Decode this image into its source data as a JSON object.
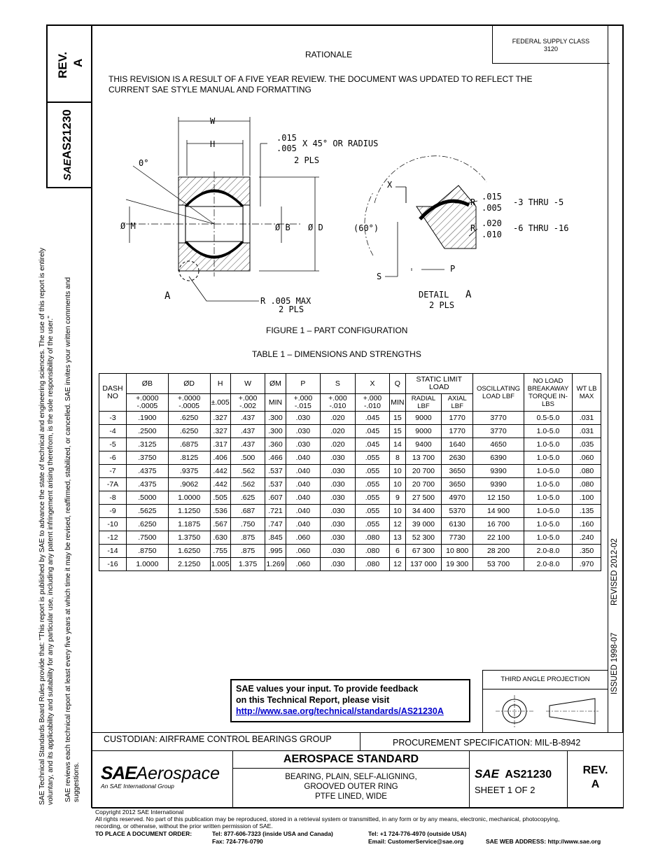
{
  "header": {
    "rev_label": "REV.",
    "rev_value": "A",
    "doc_number": "AS21230",
    "sae_mark": "SAE",
    "federal_supply_class_label": "FEDERAL SUPPLY CLASS",
    "federal_supply_class_value": "3120",
    "rationale_title": "RATIONALE",
    "rationale_text_1": "THIS REVISION IS A RESULT OF A FIVE YEAR REVIEW. THE DOCUMENT WAS UPDATED TO REFLECT THE",
    "rationale_text_2": "CURRENT SAE STYLE MANUAL AND FORMATTING"
  },
  "left_margin": {
    "line1": "SAE Technical Standards Board Rules provide that: \"This report is published by SAE to advance the state of technical and engineering sciences. The use of this report is entirely",
    "line2": "voluntary, and its applicability and suitability for any particular use, including any patent infringement arising therefrom, is the sole responsibility of the user.\"",
    "line3": "SAE reviews each technical report at least every five years at which time it may be revised, reaffirmed, stabilized, or cancelled. SAE invites your written comments and",
    "line4": "suggestions."
  },
  "right_margin": {
    "issued": "ISSUED 1998-07",
    "revised": "REVISED 2012-02"
  },
  "figure": {
    "caption": "FIGURE 1 – PART CONFIGURATION",
    "labels": {
      "w": "W",
      "h": "H",
      "zero_deg": "0°",
      "chamfer_1": ".015",
      "chamfer_2": ".005",
      "chamfer_x": "X 45°  OR RADIUS",
      "chamfer_pls": "2 PLS",
      "m": "Ø M",
      "b": "Ø B",
      "d": "Ø D",
      "a": "A",
      "rmax": "R .005 MAX",
      "rmax_pls": "2 PLS",
      "x": "X",
      "angle": "(60°)",
      "s": "S",
      "p": "P",
      "r1_prefix": "R",
      "r1_top": ".015",
      "r1_bot": ".005",
      "r1_range": "-3 THRU -5",
      "r2_prefix": "R",
      "r2_top": ".020",
      "r2_bot": ".010",
      "r2_range": "-6 THRU -16",
      "detail": "DETAIL",
      "detail_a": "A",
      "detail_pls": "2 PLS"
    }
  },
  "table": {
    "title": "TABLE 1 – DIMENSIONS AND STRENGTHS",
    "header_row1": [
      "ØB",
      "ØD",
      "H",
      "W",
      "ØM",
      "P",
      "S",
      "X",
      "Q"
    ],
    "dash_no": "DASH NO",
    "static_limit_load": "STATIC LIMIT LOAD",
    "oscillating": "OSCILLATING LOAD LBF",
    "no_load": "NO LOAD BREAKAWAY TORQUE IN-LBS",
    "wt": "WT LB MAX",
    "header_row2": [
      "+.0000 -.0005",
      "+.0000 -.0005",
      "±.005",
      "+.000 -.002",
      "MIN",
      "+.000 -.015",
      "+.000 -.010",
      "+.000 -.010",
      "MIN",
      "RADIAL LBF",
      "AXIAL LBF"
    ],
    "rows": [
      [
        "-3",
        ".1900",
        ".6250",
        ".327",
        ".437",
        ".300",
        ".030",
        ".020",
        ".045",
        "15",
        "9000",
        "1770",
        "3770",
        "0.5-5.0",
        ".031"
      ],
      [
        "-4",
        ".2500",
        ".6250",
        ".327",
        ".437",
        ".300",
        ".030",
        ".020",
        ".045",
        "15",
        "9000",
        "1770",
        "3770",
        "1.0-5.0",
        ".031"
      ],
      [
        "-5",
        ".3125",
        ".6875",
        ".317",
        ".437",
        ".360",
        ".030",
        ".020",
        ".045",
        "14",
        "9400",
        "1640",
        "4650",
        "1.0-5.0",
        ".035"
      ],
      [
        "-6",
        ".3750",
        ".8125",
        ".406",
        ".500",
        ".466",
        ".040",
        ".030",
        ".055",
        "8",
        "13 700",
        "2630",
        "6390",
        "1.0-5.0",
        ".060"
      ],
      [
        "-7",
        ".4375",
        ".9375",
        ".442",
        ".562",
        ".537",
        ".040",
        ".030",
        ".055",
        "10",
        "20 700",
        "3650",
        "9390",
        "1.0-5.0",
        ".080"
      ],
      [
        "-7A",
        ".4375",
        ".9062",
        ".442",
        ".562",
        ".537",
        ".040",
        ".030",
        ".055",
        "10",
        "20 700",
        "3650",
        "9390",
        "1.0-5.0",
        ".080"
      ],
      [
        "-8",
        ".5000",
        "1.0000",
        ".505",
        ".625",
        ".607",
        ".040",
        ".030",
        ".055",
        "9",
        "27 500",
        "4970",
        "12 150",
        "1.0-5.0",
        ".100"
      ],
      [
        "-9",
        ".5625",
        "1.1250",
        ".536",
        ".687",
        ".721",
        ".040",
        ".030",
        ".055",
        "10",
        "34 400",
        "5370",
        "14 900",
        "1.0-5.0",
        ".135"
      ],
      [
        "-10",
        ".6250",
        "1.1875",
        ".567",
        ".750",
        ".747",
        ".040",
        ".030",
        ".055",
        "12",
        "39 000",
        "6130",
        "16 700",
        "1.0-5.0",
        ".160"
      ],
      [
        "-12",
        ".7500",
        "1.3750",
        ".630",
        ".875",
        ".845",
        ".060",
        ".030",
        ".080",
        "13",
        "52 300",
        "7730",
        "22 100",
        "1.0-5.0",
        ".240"
      ],
      [
        "-14",
        ".8750",
        "1.6250",
        ".755",
        ".875",
        ".995",
        ".060",
        ".030",
        ".080",
        "6",
        "67 300",
        "10 800",
        "28 200",
        "2.0-8.0",
        ".350"
      ],
      [
        "-16",
        "1.0000",
        "2.1250",
        "1.005",
        "1.375",
        "1.269",
        ".060",
        ".030",
        ".080",
        "12",
        "137 000",
        "19 300",
        "53 700",
        "2.0-8.0",
        ".970"
      ]
    ]
  },
  "feedback": {
    "line1": "SAE values your input. To provide feedback",
    "line2": "on this Technical Report, please visit",
    "link": "http://www.sae.org/technical/standards/AS21230A"
  },
  "projection": {
    "label": "THIRD ANGLE PROJECTION"
  },
  "title_block": {
    "custodian": "CUSTODIAN: AIRFRAME CONTROL BEARINGS GROUP",
    "procurement": "PROCUREMENT SPECIFICATION: MIL-B-8942",
    "logo_sae": "SAE",
    "logo_aerospace": "Aerospace",
    "logo_sub": "An SAE International Group",
    "standard": "AEROSPACE STANDARD",
    "desc1": "BEARING, PLAIN, SELF-ALIGNING,",
    "desc2": "GROOVED OUTER RING",
    "desc3": "PTFE LINED, WIDE",
    "doc_sae": "SAE",
    "doc_number": "AS21230",
    "sheet": "SHEET 1 OF 2",
    "rev_label": "REV.",
    "rev_value": "A"
  },
  "footer": {
    "copyright": "Copyright 2012 SAE International",
    "rights1": "All rights reserved. No part of this publication may be reproduced, stored in a retrieval system or transmitted, in any form or by any means, electronic, mechanical, photocopying,",
    "rights2": "recording, or otherwise, without the prior written permission of SAE.",
    "order_label": "TO PLACE A DOCUMENT ORDER:",
    "tel1": "Tel:  877-606-7323 (inside USA and Canada)",
    "tel2": "Tel:  +1 724-776-4970 (outside USA)",
    "fax": "Fax:  724-776-0790",
    "email": "Email: CustomerService@sae.org",
    "web": "SAE WEB ADDRESS: http://www.sae.org"
  }
}
